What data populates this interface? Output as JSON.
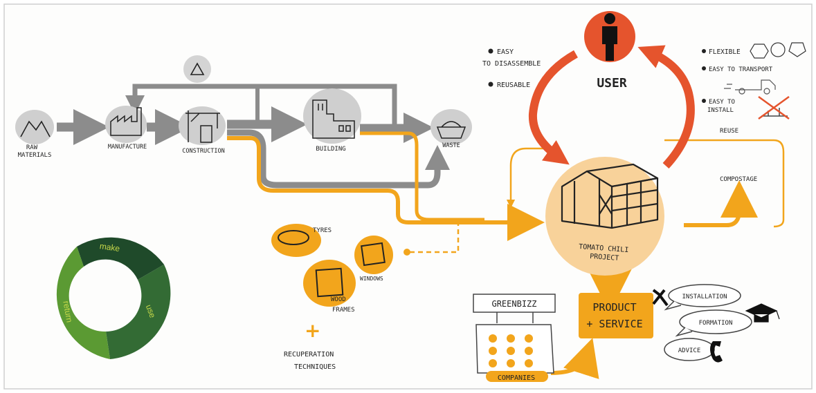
{
  "linear": {
    "raw": [
      "RAW",
      "MATERIALS"
    ],
    "manufacture": "MANUFACTURE",
    "construction": "CONSTRUCTION",
    "building": "BUILDING",
    "waste": "WASTE"
  },
  "user": "USER",
  "left_notes": [
    "EASY",
    "TO DISASSEMBLE",
    "REUSABLE"
  ],
  "right_notes": [
    "FLEXIBLE",
    "EASY TO TRANSPORT",
    "EASY TO",
    "INSTALL"
  ],
  "reuse": "REUSE",
  "compostage": "COMPOSTAGE",
  "project": [
    "TOMATO CHILI",
    "PROJECT"
  ],
  "parts": {
    "tyres": "TYRES",
    "windows": "WINDOWS",
    "wood": [
      "WOOD",
      "FRAMES"
    ],
    "plus": "+",
    "recup": [
      "RECUPERATION",
      "TECHNIQUES"
    ]
  },
  "greenbizz": "GREENBIZZ",
  "companies": "COMPANIES",
  "product": [
    "PRODUCT",
    "+ SERVICE"
  ],
  "services": [
    "INSTALLATION",
    "FORMATION",
    "ADVICE"
  ],
  "cycle": [
    "make",
    "use",
    "return"
  ],
  "colors": {
    "orange": "#f2a51c",
    "gray": "#8c8c8c",
    "red": "#e5542d",
    "green_dark": "#1f4a2a",
    "green_mid": "#336b34",
    "green_light": "#5b9a33"
  }
}
